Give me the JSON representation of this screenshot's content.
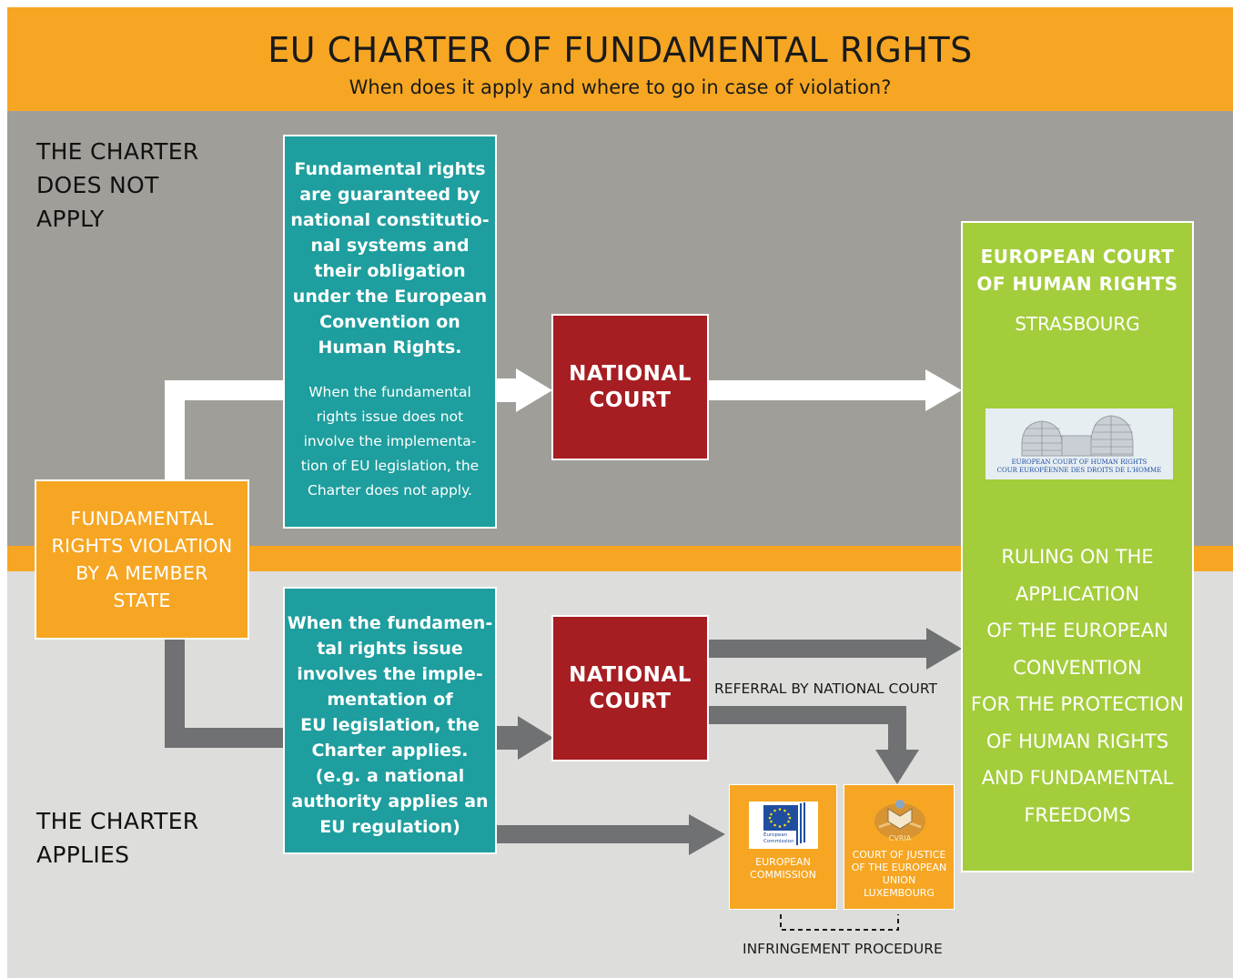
{
  "header": {
    "title": "EU CHARTER OF FUNDAMENTAL RIGHTS",
    "subtitle": "When does it apply and where to go in case of violation?"
  },
  "top_section": {
    "label_lines": [
      "THE CHARTER",
      "DOES NOT",
      "APPLY"
    ],
    "teal_main_lines": [
      "Fundamental rights",
      "are guaranteed by",
      "national constitutio-",
      "nal systems and",
      "their obligation",
      "under the European",
      "Convention on",
      "Human Rights."
    ],
    "teal_note_lines": [
      "When the fundamental",
      "rights issue does not",
      "involve the implementa-",
      "tion of EU legislation, the",
      "Charter does not apply."
    ],
    "court_lines": [
      "NATIONAL",
      "COURT"
    ]
  },
  "bottom_section": {
    "label_lines": [
      "THE CHARTER",
      "APPLIES"
    ],
    "teal_lines": [
      "When the fundamen-",
      "tal rights issue",
      "involves the imple-",
      "mentation of",
      "EU legislation, the",
      "Charter applies.",
      "(e.g. a national",
      "authority applies an",
      "EU regulation)"
    ],
    "court_lines": [
      "NATIONAL",
      "COURT"
    ],
    "referral_label": "REFERRAL BY NATIONAL COURT",
    "infringement_label": "INFRINGEMENT PROCEDURE"
  },
  "violation_box": {
    "lines": [
      "FUNDAMENTAL",
      "RIGHTS VIOLATION",
      "BY A MEMBER",
      "STATE"
    ]
  },
  "echr": {
    "title_lines": [
      "EUROPEAN COURT",
      "OF HUMAN RIGHTS"
    ],
    "city": "STRASBOURG",
    "logo_text_en": "EUROPEAN COURT OF HUMAN RIGHTS",
    "logo_text_fr": "COUR EUROPÉENNE DES DROITS DE L'HOMME",
    "ruling_lines": [
      "RULING ON THE",
      "APPLICATION",
      "OF THE EUROPEAN",
      "CONVENTION",
      "FOR THE PROTECTION",
      "OF HUMAN RIGHTS",
      "AND FUNDAMENTAL",
      "FREEDOMS"
    ]
  },
  "european_commission": {
    "logo_lines": [
      "European",
      "Commission"
    ],
    "label_lines": [
      "EUROPEAN",
      "COMMISSION"
    ]
  },
  "court_of_justice": {
    "logo_text": "CVRIA",
    "label_lines": [
      "COURT OF JUSTICE",
      "OF THE EUROPEAN",
      "UNION",
      "LUXEMBOURG"
    ]
  },
  "colors": {
    "header_orange": "#f6a623",
    "top_band_gray": "#a09e99",
    "bottom_band_gray": "#dddedb",
    "teal": "#1e9e9e",
    "court_red": "#a61d22",
    "echr_green": "#a3cd3b",
    "arrow_white": "#ffffff",
    "arrow_gray": "#707173",
    "eu_blue": "#1f4ea1",
    "eu_star_yellow": "#ffdd00"
  }
}
